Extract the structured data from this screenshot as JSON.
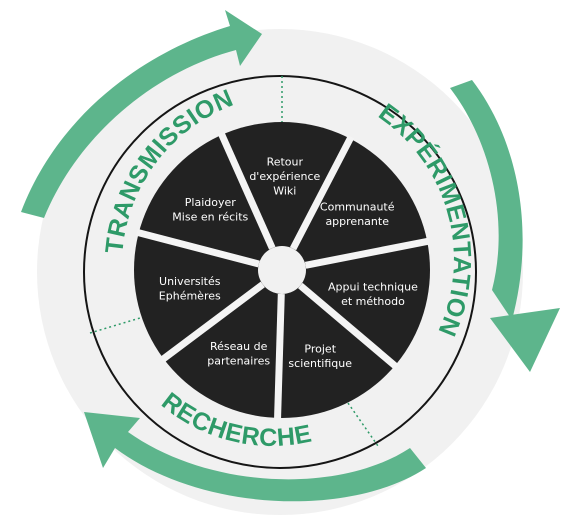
{
  "colors": {
    "arrow": "#5db58c",
    "label": "#2e9a68",
    "ring": "#f1f1f1",
    "wheel": "#222222",
    "hub": "#f1f1f1",
    "divider": "#f4f4f4",
    "outline": "#151515"
  },
  "ring_labels": {
    "transmission": "TRANSMISSION",
    "experimentation": "EXPÉRIMENTATION",
    "recherche": "RECHERCHE"
  },
  "segments": [
    {
      "lines": [
        "Retour",
        "d'expérience",
        "Wiki"
      ]
    },
    {
      "lines": [
        "Communauté",
        "apprenante"
      ]
    },
    {
      "lines": [
        "Appui technique",
        "et méthodo"
      ]
    },
    {
      "lines": [
        "Projet",
        "scientifique"
      ]
    },
    {
      "lines": [
        "Réseau de",
        "partenaires"
      ]
    },
    {
      "lines": [
        "Universités",
        "Ephémères"
      ]
    },
    {
      "lines": [
        "Plaidoyer",
        "Mise en récits"
      ]
    }
  ]
}
